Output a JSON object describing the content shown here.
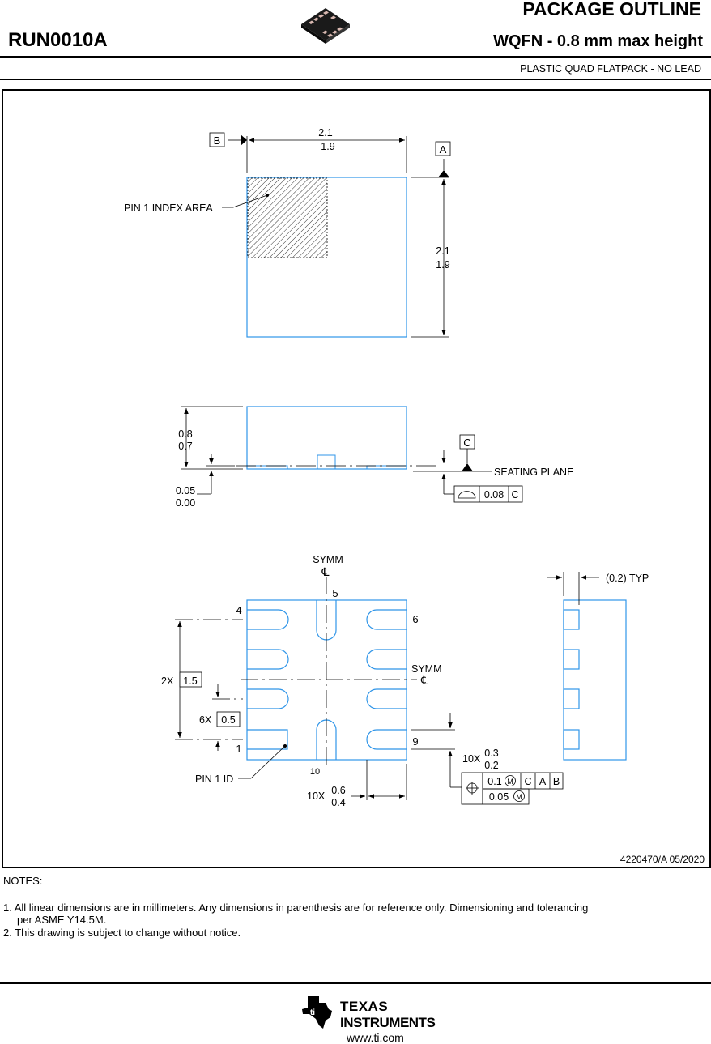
{
  "header": {
    "part_number": "RUN0010A",
    "doc_title": "PACKAGE OUTLINE",
    "package_name": "WQFN - 0.8 mm max height",
    "package_desc": "PLASTIC QUAD FLATPACK - NO LEAD"
  },
  "top_view": {
    "datum_b": "B",
    "datum_a": "A",
    "width_max": "2.1",
    "width_min": "1.9",
    "height_max": "2.1",
    "height_min": "1.9",
    "pin1_label": "PIN 1 INDEX AREA"
  },
  "side_view": {
    "height_max": "0.8",
    "height_min": "0.7",
    "standoff_max": "0.05",
    "standoff_min": "0.00",
    "datum_c": "C",
    "seating_plane": "SEATING PLANE",
    "flatness_value": "0.08",
    "flatness_datum": "C"
  },
  "bottom_view": {
    "symm_top": "SYMM",
    "symm_right": "SYMM",
    "centerline_symbol": "℄",
    "pin_4": "4",
    "pin_5": "5",
    "pin_6": "6",
    "pin_9": "9",
    "pin_1": "1",
    "pin_10": "10",
    "pitch_2x_prefix": "2X",
    "pitch_2x_value": "1.5",
    "pitch_6x_prefix": "6X",
    "pitch_6x_value": "0.5",
    "pin1_id": "PIN 1 ID",
    "lead_len_prefix": "10X",
    "lead_len_max": "0.6",
    "lead_len_min": "0.4",
    "lead_w_prefix": "10X",
    "lead_w_max": "0.3",
    "lead_w_min": "0.2",
    "tol_1_value": "0.1",
    "tol_1_datums": [
      "C",
      "A",
      "B"
    ],
    "tol_2_value": "0.05",
    "modifier": "M"
  },
  "side_view_2": {
    "typ_label": "(0.2) TYP"
  },
  "drawing_id": "4220470/A   05/2020",
  "notes": {
    "heading": "NOTES:",
    "note_1": "1. All linear dimensions are in millimeters. Any dimensions in parenthesis are for reference only. Dimensioning and tolerancing",
    "note_1_cont": "per ASME Y14.5M.",
    "note_2": "2. This drawing is subject to change without notice."
  },
  "footer": {
    "brand_line1": "TEXAS",
    "brand_line2": "INSTRUMENTS",
    "url": "www.ti.com"
  },
  "colors": {
    "outline": "#2f95e8",
    "ink": "#000000"
  }
}
